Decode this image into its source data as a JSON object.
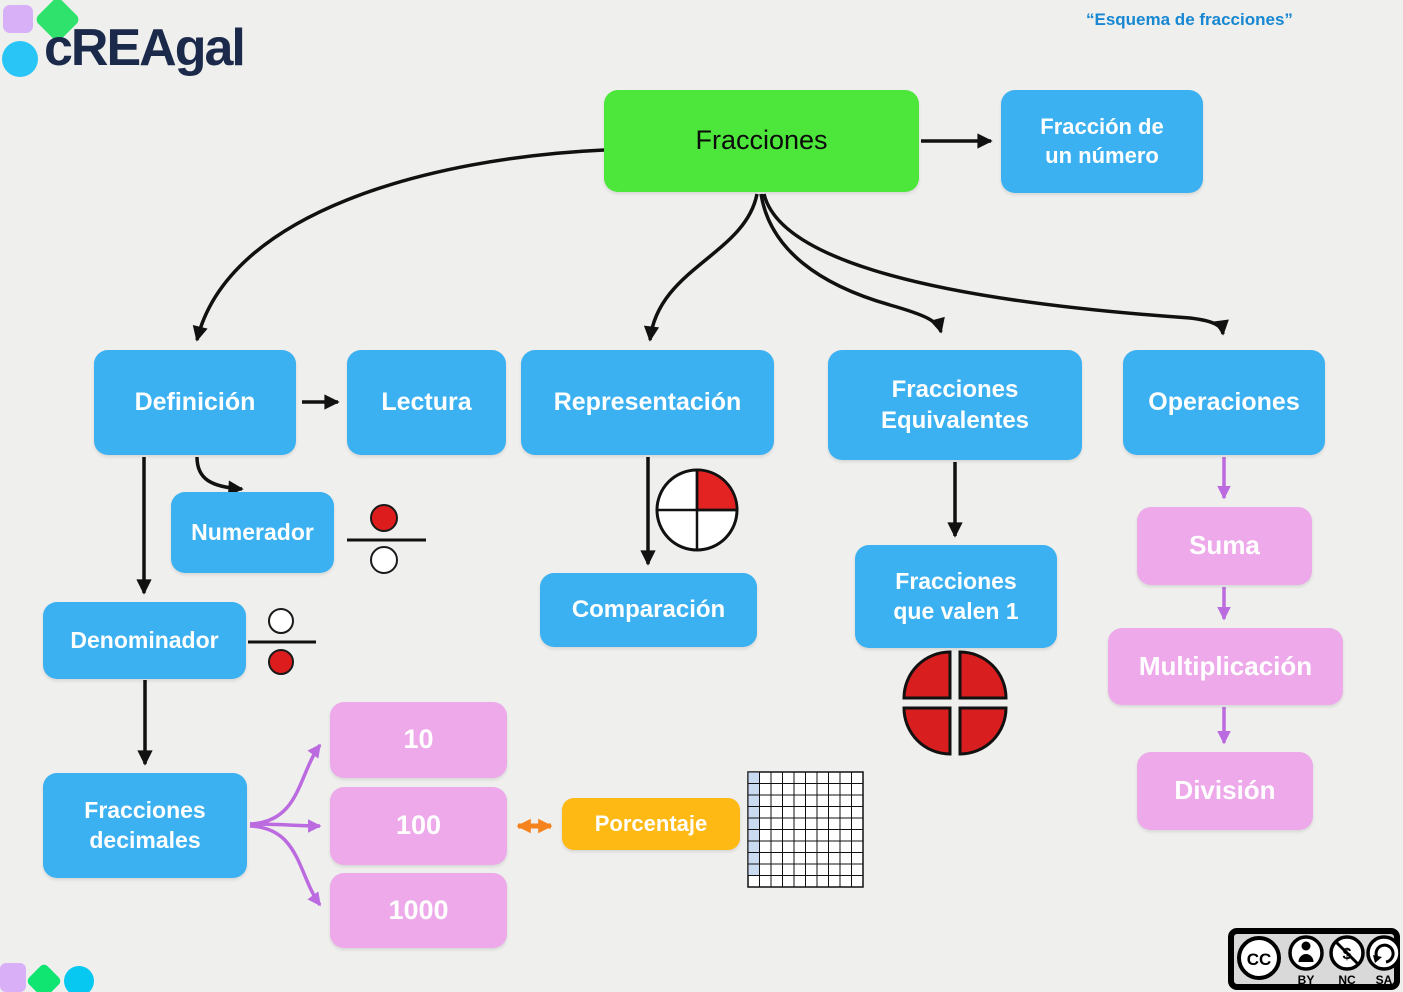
{
  "header": {
    "logo_text": "cREAgal",
    "quote_title": "“Esquema de fracciones”"
  },
  "nodes": {
    "fracciones": "Fracciones",
    "fraccion_num_l1": "Fracción de",
    "fraccion_num_l2": "un número",
    "definicion": "Definición",
    "lectura": "Lectura",
    "representacion": "Representación",
    "equivalentes_l1": "Fracciones",
    "equivalentes_l2": "Equivalentes",
    "operaciones": "Operaciones",
    "numerador": "Numerador",
    "denominador": "Denominador",
    "decimales_l1": "Fracciones",
    "decimales_l2": "decimales",
    "d10": "10",
    "d100": "100",
    "d1000": "1000",
    "porcentaje": "Porcentaje",
    "comparacion": "Comparación",
    "valen1_l1": "Fracciones",
    "valen1_l2": "que valen 1",
    "suma": "Suma",
    "multiplicacion": "Multiplicación",
    "division": "División"
  },
  "license": {
    "cc": "CC",
    "by": "BY",
    "nc": "NC",
    "sa": "SA"
  },
  "colors": {
    "background": "#efefed",
    "node_blue": "#3cb1f1",
    "node_green": "#4ce73a",
    "node_pink": "#eda9ea",
    "node_orange": "#feb914",
    "arrow_black": "#111111",
    "arrow_purple": "#bb6bdf",
    "arrow_orange": "#f5831e",
    "accent_red": "#dd1d1d",
    "grid_shade_blue": "#c9daf1",
    "logo_navy": "#1b2a4a",
    "title_blue": "#1787d2",
    "logo_purple": "#d8b0f8",
    "logo_green": "#2ee26b",
    "logo_cyan": "#29c5f6"
  }
}
